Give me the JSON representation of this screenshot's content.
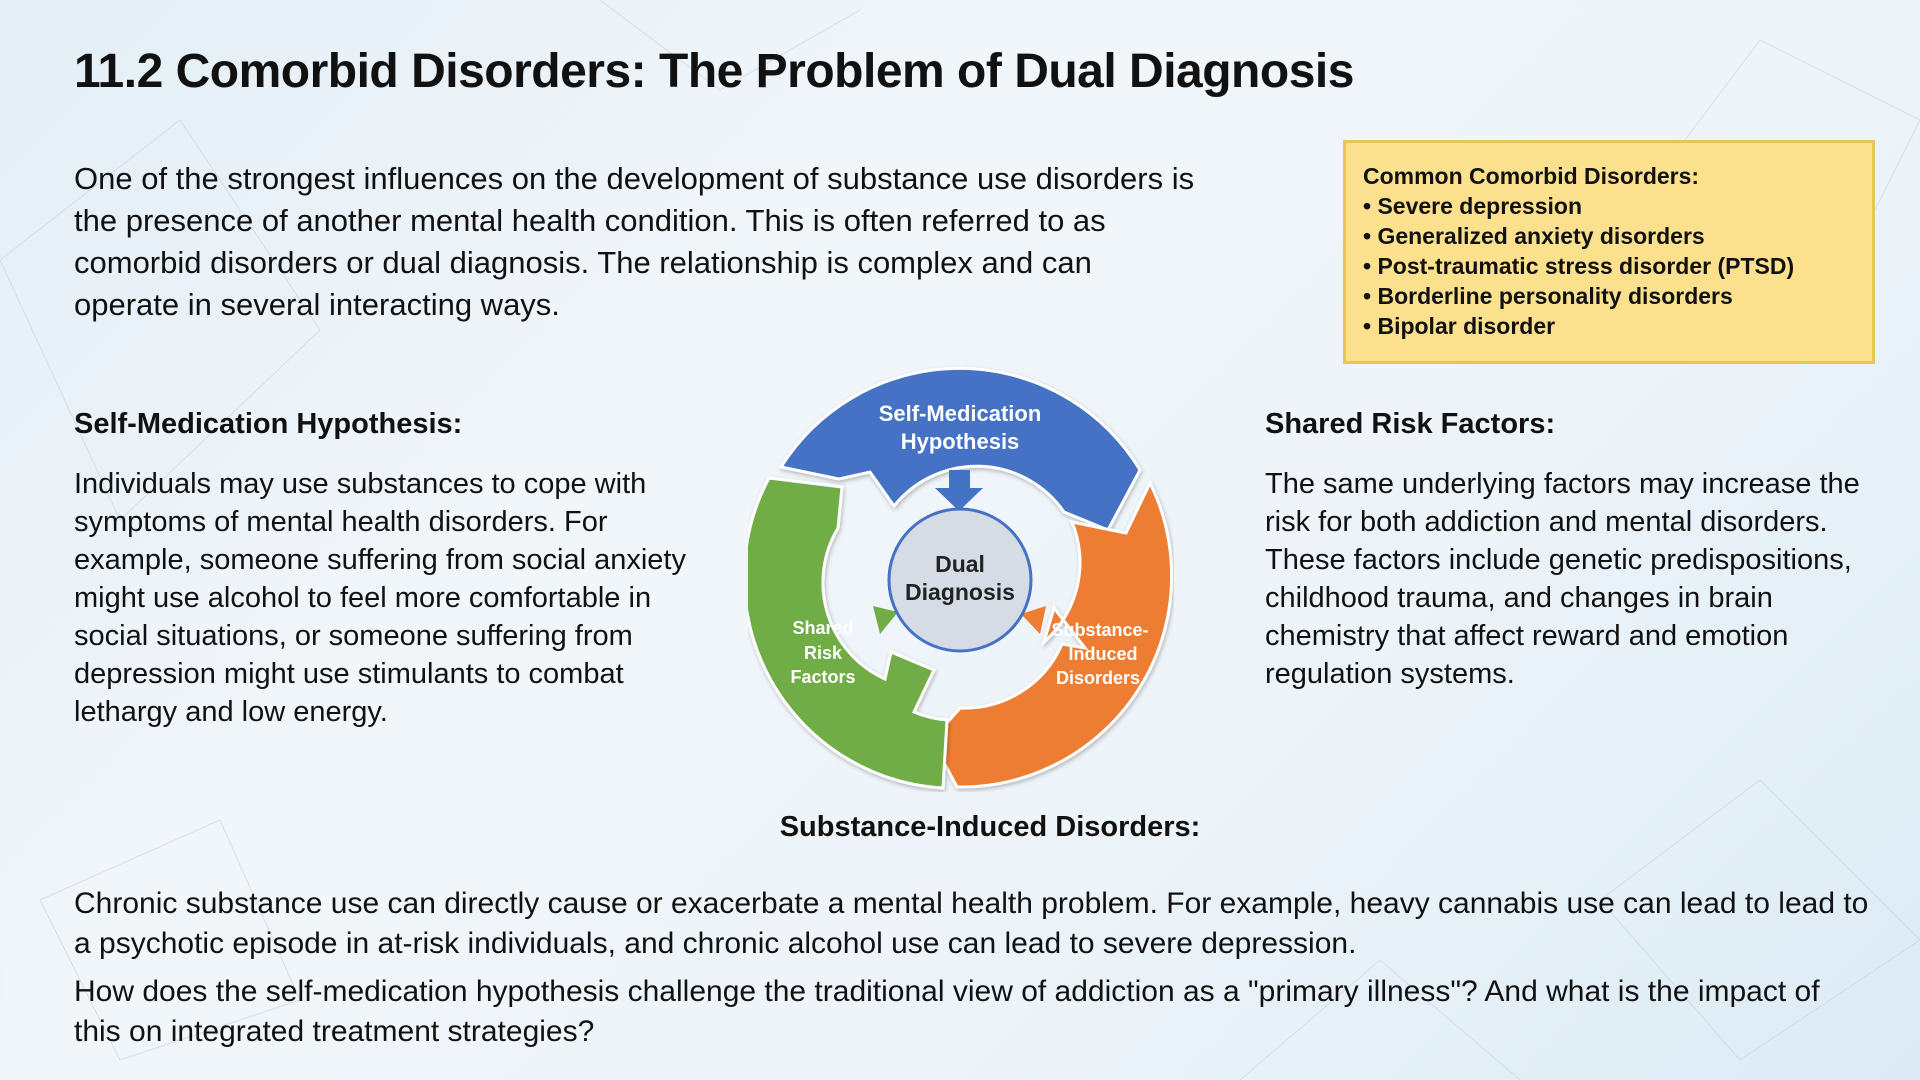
{
  "slide": {
    "title": "11.2 Comorbid Disorders: The Problem of Dual Diagnosis",
    "intro": "One of the strongest influences on the development of substance use disorders is the presence of another mental health condition. This is often referred to as comorbid disorders or dual diagnosis. The relationship is complex and can operate in several interacting ways."
  },
  "callout": {
    "title": "Common Comorbid Disorders:",
    "items": [
      "Severe depression",
      "Generalized anxiety disorders",
      "Post-traumatic stress disorder (PTSD)",
      "Borderline personality disorders",
      "Bipolar disorder"
    ]
  },
  "sections": {
    "self_medication": {
      "title": "Self-Medication Hypothesis:",
      "body": "Individuals may use substances to cope with symptoms of mental health disorders. For example, someone suffering from social anxiety might use alcohol to feel more comfortable in social situations, or someone suffering from depression might use stimulants to combat lethargy and low energy."
    },
    "shared_risk": {
      "title": "Shared Risk Factors:",
      "body": "The same underlying factors may increase the risk for both addiction and mental disorders. These factors include genetic predispositions, childhood trauma, and changes in brain chemistry that affect reward and emotion regulation systems."
    },
    "substance_induced": {
      "title": "Substance-Induced Disorders:",
      "body": "Chronic substance use can directly cause or exacerbate a mental health problem. For example, heavy cannabis use can lead to lead to a psychotic episode in at-risk individuals, and chronic alcohol use can lead to severe depression."
    }
  },
  "question": "How does the self-medication hypothesis challenge the traditional view of addiction as a \"primary illness\"? And what is the impact of this on integrated treatment strategies?",
  "diagram": {
    "center_line1": "Dual",
    "center_line2": "Diagnosis",
    "blue_line1": "Self-Medication",
    "blue_line2": "Hypothesis",
    "green_line1": "Shared",
    "green_line2": "Risk",
    "green_line3": "Factors",
    "orange_line1": "Substance-",
    "orange_line2": "Induced",
    "orange_line3": "Disorders",
    "colors": {
      "blue": "#4472c4",
      "green": "#70ad47",
      "orange": "#ed7d31",
      "center": "#d6dce5"
    }
  }
}
